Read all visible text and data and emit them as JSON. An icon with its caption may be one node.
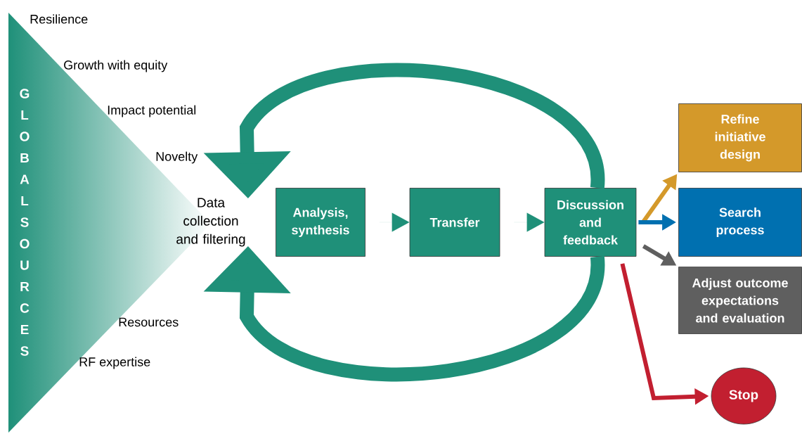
{
  "diagram": {
    "nodes": [
      {
        "text": [
          "Data collection and filtering"
        ]
      },
      {
        "text": [
          "Analysis, synthesis"
        ]
      },
      {
        "text": [
          "Transfer"
        ]
      },
      {
        "text": [
          "Discussion and feedback"
        ]
      },
      {
        "text": [
          "Refine initiative design"
        ]
      },
      {
        "text": [
          "Search process"
        ]
      },
      {
        "text": [
          "Adjust outcome expectations and evaluation"
        ]
      },
      {
        "text": [
          "Stop"
        ]
      }
    ],
    "edges": [
      {
        "from": 1,
        "to": 2,
        "arrow": "to"
      },
      {
        "from": 2,
        "to": 3,
        "arrow": "to"
      },
      {
        "from": 3,
        "to": 0,
        "arrow": "to",
        "style": "thick"
      },
      {
        "from": 3,
        "to": 0,
        "arrow": "to",
        "style": "thick"
      },
      {
        "from": 3,
        "to": 4,
        "arrow": "to",
        "color": "#d4992a"
      },
      {
        "from": 3,
        "to": 5,
        "arrow": "to",
        "color": "#0070b0"
      },
      {
        "from": 3,
        "to": 6,
        "arrow": "to",
        "color": "#5f5f5f"
      },
      {
        "from": 3,
        "to": 7,
        "arrow": "to",
        "color": "#c21f30"
      }
    ],
    "labels": [
      "GLOBAL SOURCES",
      "Resilience",
      "Growth with equity",
      "Impact potential",
      "Novelty",
      "Resources",
      "RF expertise"
    ]
  }
}
